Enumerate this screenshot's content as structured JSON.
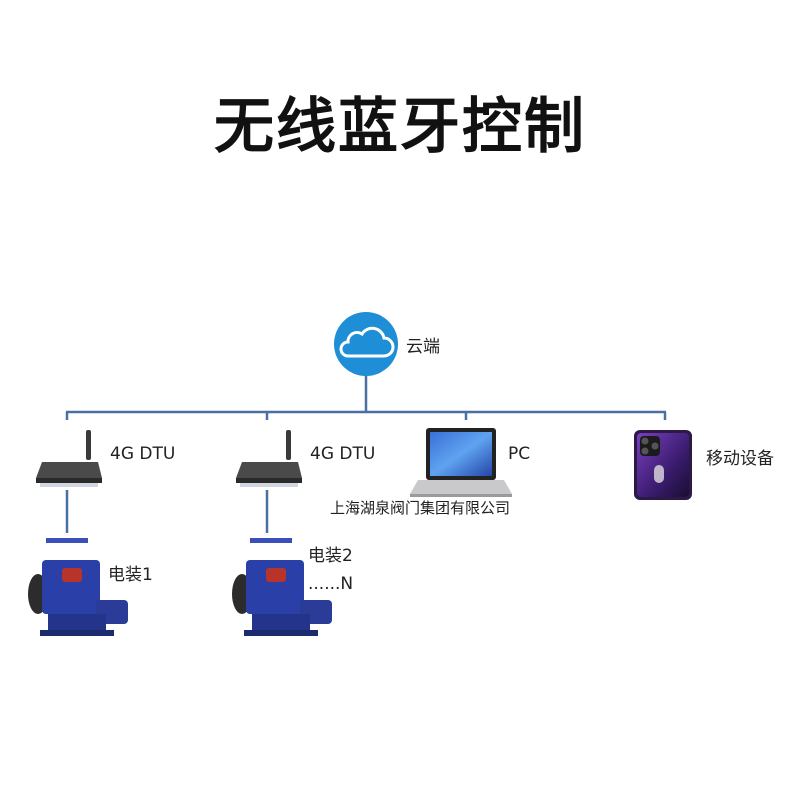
{
  "title": "无线蓝牙控制",
  "cloud": {
    "label": "云端",
    "icon": "cloud-icon"
  },
  "nodes": [
    {
      "label": "4G DTU",
      "icon": "router-icon"
    },
    {
      "label": "4G DTU",
      "icon": "router-icon"
    },
    {
      "label": "PC",
      "icon": "laptop-icon"
    },
    {
      "label": "移动设备",
      "icon": "smartphone-icon"
    }
  ],
  "devices": [
    {
      "label": "电装1",
      "icon": "electric-actuator-icon"
    },
    {
      "label": "电装2",
      "extra": "......N",
      "icon": "electric-actuator-icon"
    }
  ],
  "watermark": "上海湖泉阀门集团有限公司",
  "colors": {
    "line": "#4a6fa5",
    "cloud": "#1e8fd6",
    "actuator": "#2b3fa8"
  }
}
